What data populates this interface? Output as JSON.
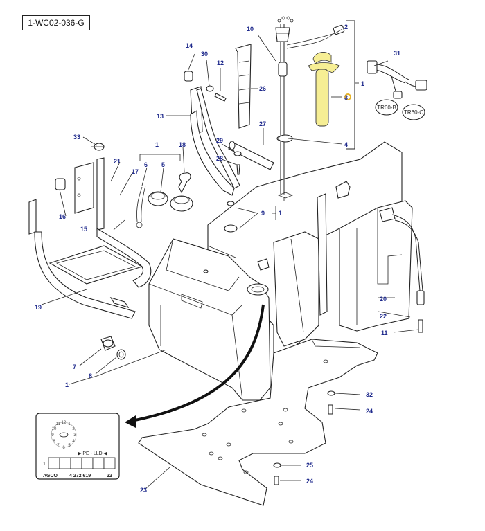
{
  "reference": "1-WC02-036-G",
  "callouts": {
    "c1a": "1",
    "c1b": "1",
    "c1c": "1",
    "c1d": "1",
    "c2": "2",
    "c3": "3",
    "c4": "4",
    "c5": "5",
    "c6": "6",
    "c7": "7",
    "c8": "8",
    "c9": "9",
    "c10": "10",
    "c11": "11",
    "c12": "12",
    "c13": "13",
    "c14": "14",
    "c15": "15",
    "c16": "16",
    "c17": "17",
    "c18": "18",
    "c19": "19",
    "c20": "20",
    "c21": "21",
    "c22": "22",
    "c23": "23",
    "c24a": "24",
    "c24b": "24",
    "c25": "25",
    "c26": "26",
    "c27": "27",
    "c28": "28",
    "c29": "29",
    "c30": "30",
    "c31": "31",
    "c32": "32",
    "c33": "33"
  },
  "connector_tags": [
    "TR60-B",
    "TR60-C"
  ],
  "legend": {
    "dial_numbers": [
      "12",
      "1",
      "2",
      "3",
      "4",
      "5",
      "6",
      "7",
      "8",
      "9",
      "10",
      "11"
    ],
    "row_label": "1",
    "pe_lld": "▶ PE - LLD ◀",
    "brand": "AGCO",
    "number": "4 272 619",
    "page": "22"
  },
  "colors": {
    "callout": "#1f2a8c",
    "highlight": "#f6ee94",
    "highlight_marker": "#e8b42a"
  }
}
